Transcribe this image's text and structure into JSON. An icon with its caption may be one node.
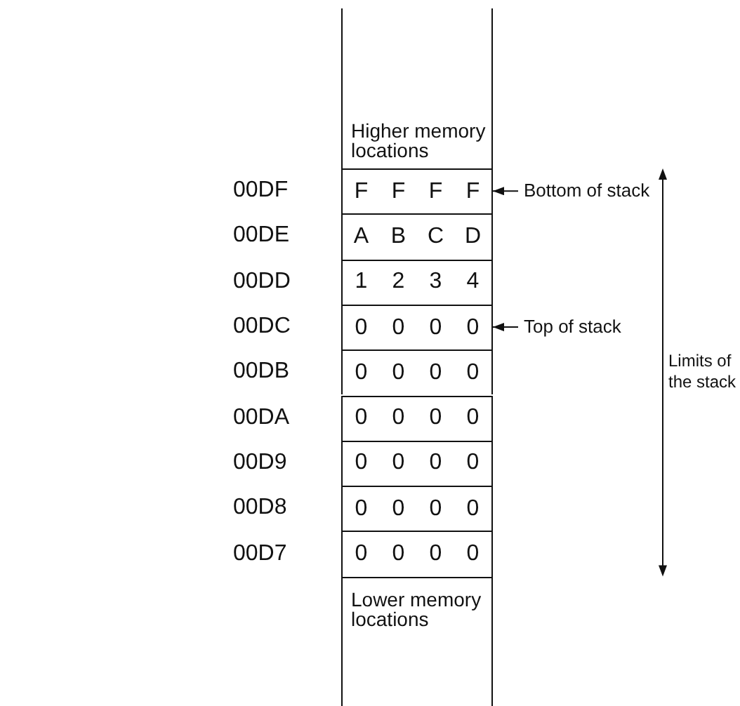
{
  "diagram": {
    "nodes": [
      {
        "text": [
          "Higher memory locations"
        ]
      },
      {
        "text": [
          "F",
          "F",
          "F",
          "F"
        ],
        "beside": [
          "00DF"
        ]
      },
      {
        "text": [
          "A",
          "B",
          "C",
          "D"
        ],
        "beside": [
          "00DE"
        ]
      },
      {
        "text": [
          "1",
          "2",
          "3",
          "4"
        ],
        "beside": [
          "00DD"
        ]
      },
      {
        "text": [
          "0",
          "0",
          "0",
          "0"
        ],
        "beside": [
          "00DC"
        ]
      },
      {
        "text": [
          "0",
          "0",
          "0",
          "0"
        ],
        "beside": [
          "00DB"
        ]
      },
      {
        "text": [
          "0",
          "0",
          "0",
          "0"
        ],
        "beside": [
          "00DA"
        ]
      },
      {
        "text": [
          "0",
          "0",
          "0",
          "0"
        ],
        "beside": [
          "00D9"
        ]
      },
      {
        "text": [
          "0",
          "0",
          "0",
          "0"
        ],
        "beside": [
          "00D8"
        ]
      },
      {
        "text": [
          "0",
          "0",
          "0",
          "0"
        ],
        "beside": [
          "00D7"
        ]
      },
      {
        "text": [
          "Lower memory locations"
        ]
      },
      {
        "text": [
          "Bottom of stack"
        ]
      },
      {
        "text": [
          "Top of stack"
        ]
      }
    ],
    "edges": [
      {
        "from": 11,
        "to": 1,
        "arrow": "to"
      },
      {
        "from": 12,
        "to": 4,
        "arrow": "to"
      }
    ],
    "labels": [
      "Limits of the stack"
    ]
  }
}
